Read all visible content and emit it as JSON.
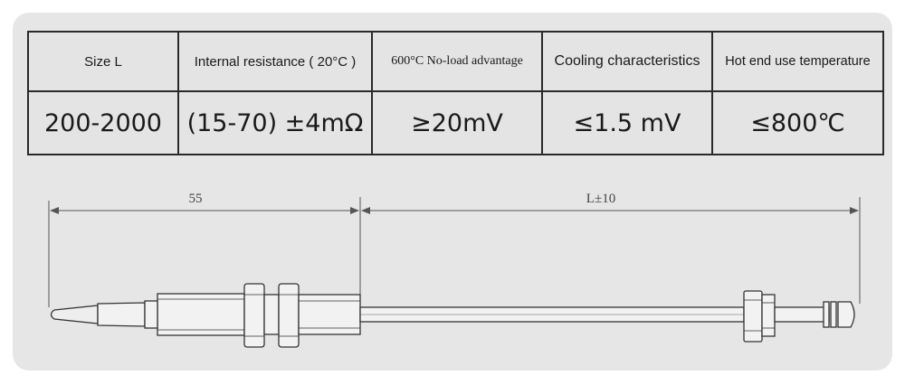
{
  "table": {
    "headers": [
      "Size L",
      "Internal resistance ( 20°C )",
      "600°C No-load advantage",
      "Cooling characteristics",
      "Hot end use temperature"
    ],
    "values": [
      "200-2000",
      "(15-70) ±4mΩ",
      "≥20mV",
      "≤1.5 mV",
      "≤800℃"
    ]
  },
  "drawing": {
    "dimension_left": "55",
    "dimension_right": "L±10"
  }
}
